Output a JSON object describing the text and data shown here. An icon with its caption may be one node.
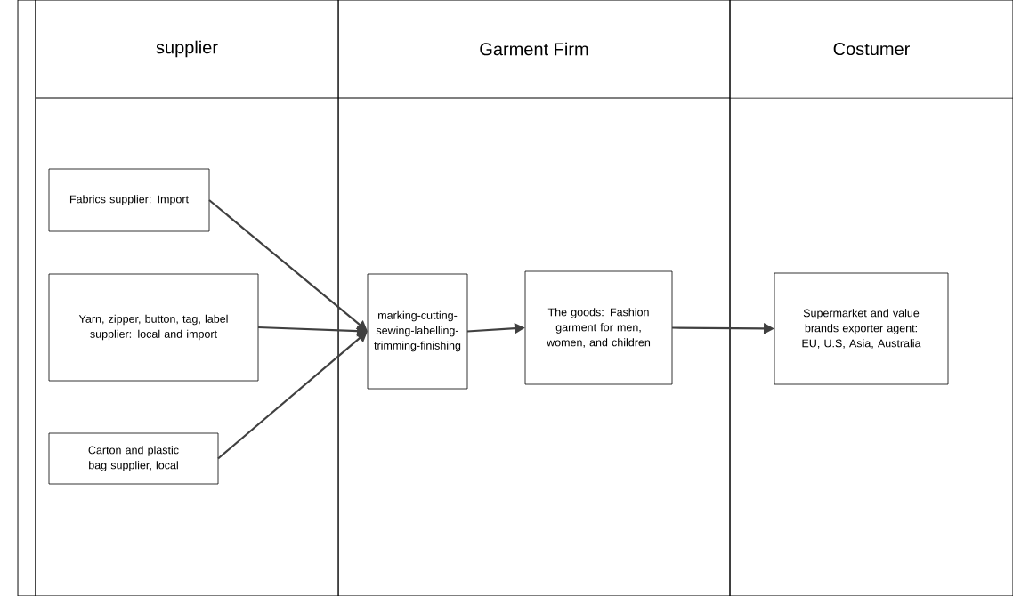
{
  "diagram": {
    "nodes": [
      {
        "text": [
          "supplier"
        ]
      },
      {
        "text": [
          "Garment Firm"
        ]
      },
      {
        "text": [
          "Costumer"
        ]
      },
      {
        "text": [
          "Fabrics supplier: Import"
        ],
        "in": 0
      },
      {
        "text": [
          "Yarn, zipper, button, tag, label  supplier: local and import"
        ],
        "in": 0
      },
      {
        "text": [
          "Carton and plastic bag supplier, local"
        ],
        "in": 0
      },
      {
        "text": [
          "marking-cutting-sewing-labelling-trimming-finishing"
        ],
        "in": 1
      },
      {
        "text": [
          "The goods: Fashion garment for men, women, and children"
        ],
        "in": 1
      },
      {
        "text": [
          "Supermarket and value brands exporter agent: EU, U.S, Asia, Australia"
        ],
        "in": 2
      }
    ],
    "edges": [
      {
        "from": 3,
        "to": 6,
        "arrow": "to"
      },
      {
        "from": 4,
        "to": 6,
        "arrow": "to"
      },
      {
        "from": 5,
        "to": 6,
        "arrow": "to"
      },
      {
        "from": 6,
        "to": 7,
        "arrow": "to"
      },
      {
        "from": 7,
        "to": 8,
        "arrow": "to"
      }
    ]
  }
}
